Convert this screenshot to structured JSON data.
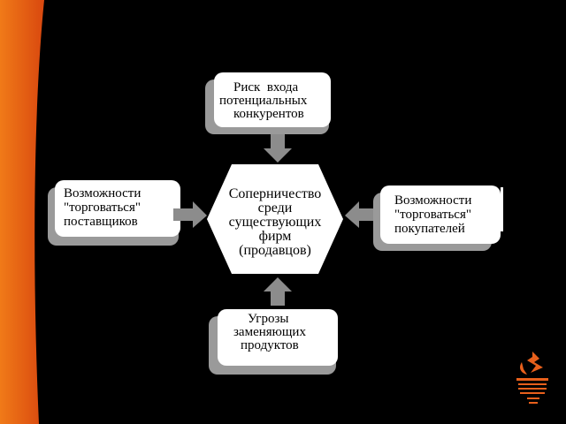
{
  "diagram": {
    "top_box": {
      "line1": "Риск  входа",
      "line2": "потенциальных",
      "line3": "конкурентов"
    },
    "left_box": {
      "line1": "Возможности",
      "line2": "\"торговаться\"",
      "line3": "поставщиков"
    },
    "right_box": {
      "line1": "Возможности",
      "line2": "\"торговаться\"",
      "line3": "покупателей"
    },
    "bottom_box": {
      "line1": "Угрозы",
      "line2": "заменяющих",
      "line3": "продуктов"
    },
    "center": {
      "line1": "Соперничество",
      "line2": "среди",
      "line3": "существующих",
      "line4": "фирм",
      "line5": "(продавцов)"
    }
  },
  "colors": {
    "background": "#000000",
    "accent": "#e8601c",
    "box_fill": "#ffffff",
    "shadow": "#9a9a9a",
    "arrow": "#8c8c8c"
  }
}
